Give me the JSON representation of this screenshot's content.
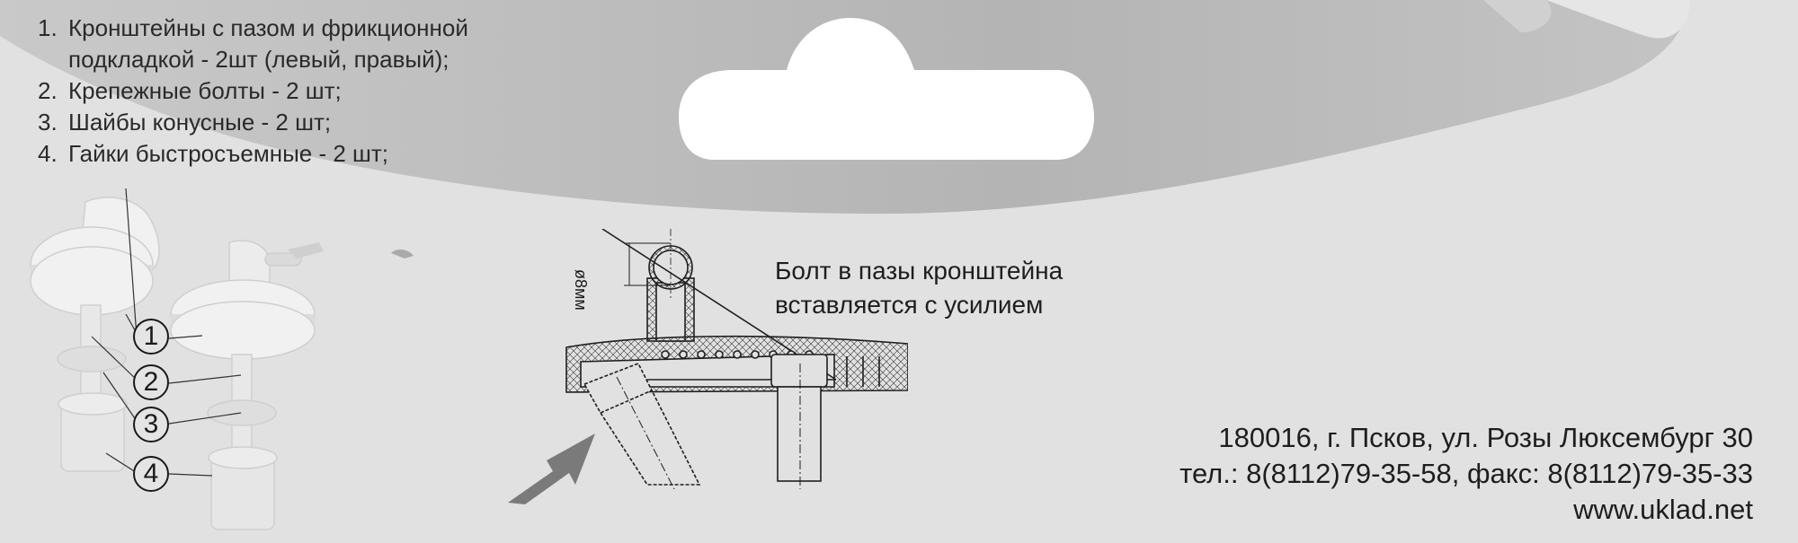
{
  "parts_list": {
    "items": [
      {
        "num": "1.",
        "line1": "Кронштейны с пазом и фрикционной",
        "line2": "подкладкой - 2шт (левый, правый);"
      },
      {
        "num": "2.",
        "line1": "Крепежные болты - 2 шт;"
      },
      {
        "num": "3.",
        "line1": "Шайбы конусные - 2 шт;"
      },
      {
        "num": "4.",
        "line1": "Гайки быстросъемные - 2 шт;"
      }
    ]
  },
  "exploded_view": {
    "callouts": [
      "1",
      "2",
      "3",
      "4"
    ]
  },
  "cross_section": {
    "dimension_label": "ø8мм",
    "note_line1": "Болт в пазы кронштейна",
    "note_line2": "вставляется с усилием",
    "arrow_color": "#7a7a7a"
  },
  "contacts": {
    "address": "180016, г. Псков, ул. Розы Люксембург 30",
    "phone_fax": "тел.: 8(8112)79-35-58, факс: 8(8112)79-35-33",
    "website": "www.uklad.net"
  },
  "colors": {
    "background": "#e1e1e1",
    "swoosh": "#bdbdbd",
    "hang_hole": "#ffffff",
    "text": "#1e1e1e"
  }
}
